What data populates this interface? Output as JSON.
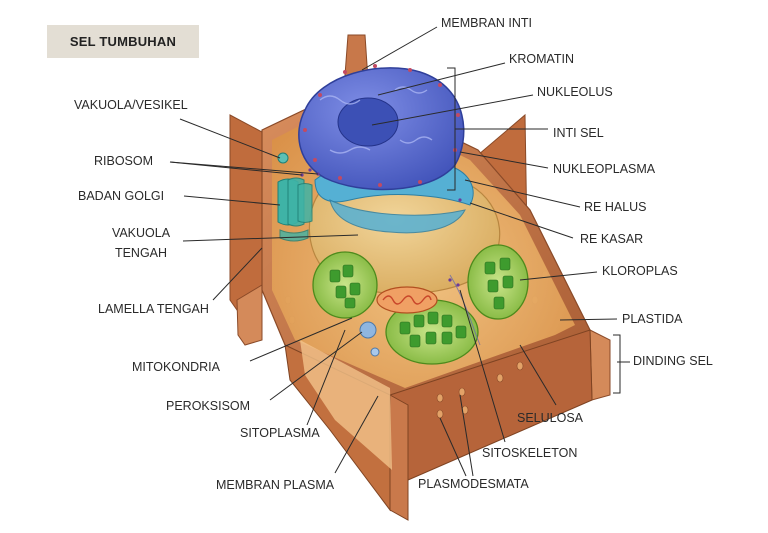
{
  "title": "SEL TUMBUHAN",
  "labels": {
    "membran_inti": "MEMBRAN INTI",
    "kromatin": "KROMATIN",
    "nukleolus": "NUKLEOLUS",
    "inti_sel": "INTI SEL",
    "nukleoplasma": "NUKLEOPLASMA",
    "re_halus": "RE HALUS",
    "re_kasar": "RE KASAR",
    "kloroplas": "KLOROPLAS",
    "plastida": "PLASTIDA",
    "dinding_sel": "DINDING SEL",
    "selulosa": "SELULOSA",
    "sitoskeleton": "SITOSKELETON",
    "plasmodesmata": "PLASMODESMATA",
    "membran_plasma": "MEMBRAN PLASMA",
    "sitoplasma": "SITOPLASMA",
    "peroksisom": "PEROKSISOM",
    "mitokondria": "MITOKONDRIA",
    "lamella_tengah": "LAMELLA TENGAH",
    "vakuola_tengah_1": "VAKUOLA",
    "vakuola_tengah_2": "TENGAH",
    "badan_golgi": "BADAN GOLGI",
    "ribosom": "RIBOSOM",
    "vakuola_vesikel": "VAKUOLA/VESIKEL"
  },
  "colors": {
    "cell_wall": "#c8784a",
    "cell_wall_dark": "#9c5530",
    "cytoplasm": "#e9a860",
    "vacuole": "#e7c27a",
    "nucleus": "#5a6fd1",
    "nucleolus": "#3b4fb8",
    "er": "#4aa6c8",
    "chloroplast": "#8cc63f",
    "golgi": "#3aa9a0",
    "mitochondria": "#e0703a",
    "leader_line": "#2a2a2a"
  }
}
